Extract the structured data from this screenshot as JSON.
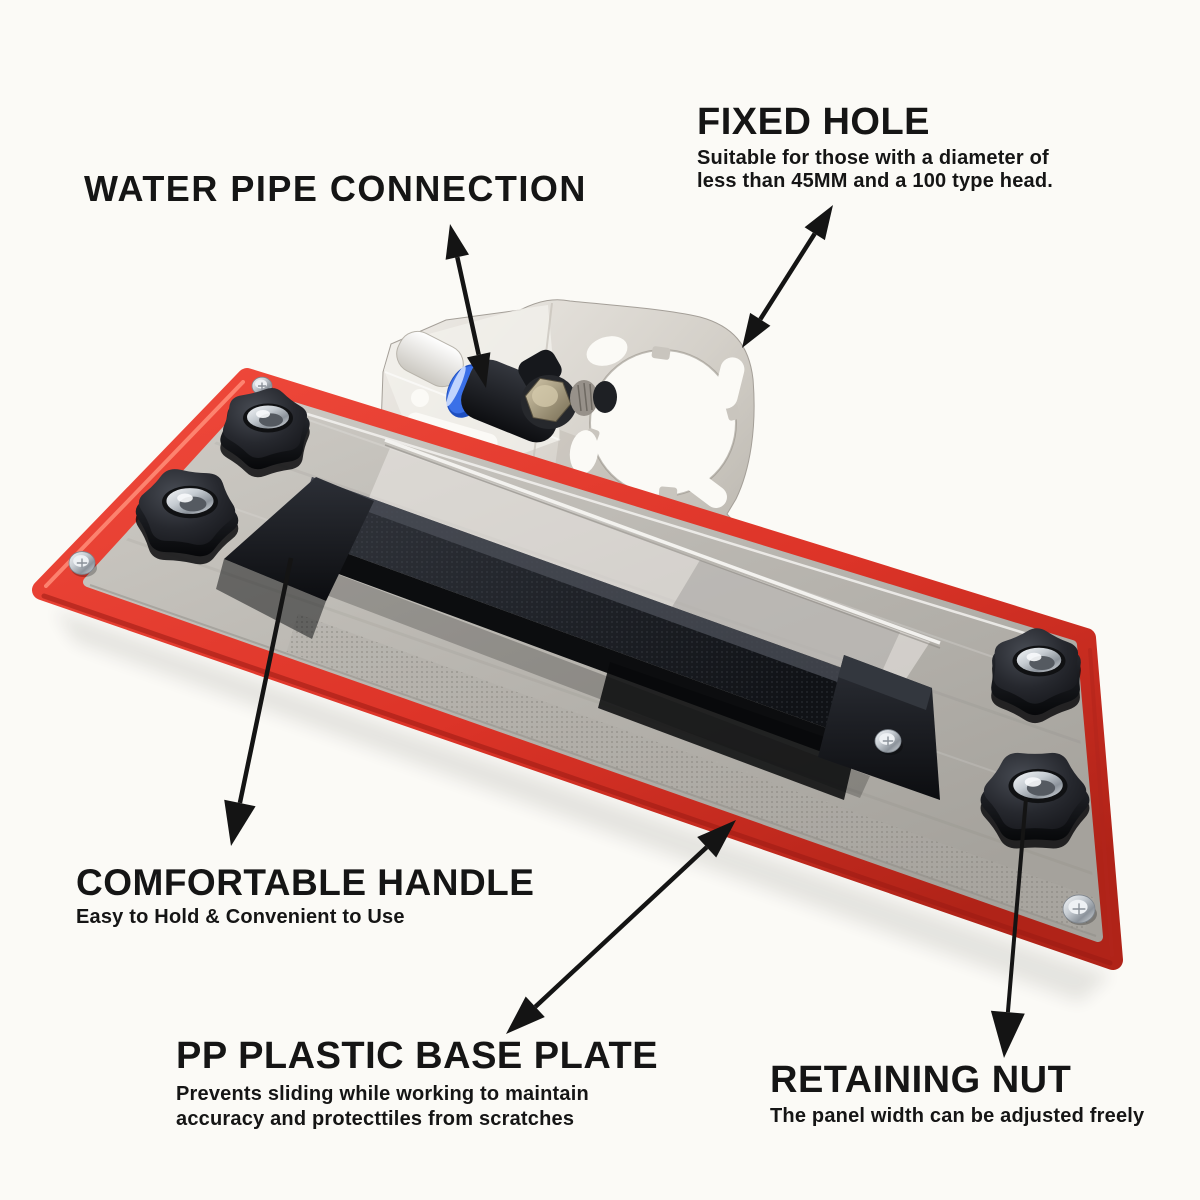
{
  "colors": {
    "background": "#fbfaf6",
    "label_text": "#151515",
    "arrow": "#141414",
    "base_plate_red": "#e2382c",
    "base_plate_red_dark": "#a81e16",
    "base_plate_red_highlight": "#ff8a76",
    "aluminum": "#bcb9b3",
    "bracket_metal": "#ddd9d2",
    "knob_black": "#1a1c20",
    "handle_black": "#202329",
    "fitting_blue": "#2d63d8",
    "bolt_brass": "#a99c7f",
    "chrome": "#d8dde2"
  },
  "labels": {
    "water_pipe": {
      "title": "WATER PIPE CONNECTION"
    },
    "fixed_hole": {
      "title": "FIXED HOLE",
      "line1": "Suitable for those with a diameter of",
      "line2": "less than 45MM and a 100 type head."
    },
    "comfortable_handle": {
      "title": "COMFORTABLE HANDLE",
      "subtitle": "Easy to Hold & Convenient to Use"
    },
    "base_plate": {
      "title": "PP PLASTIC BASE PLATE",
      "line1": "Prevents sliding while working to maintain",
      "line2": "accuracy and protecttiles from scratches"
    },
    "retaining_nut": {
      "title": "RETAINING NUT",
      "subtitle": "The panel width can be adjusted freely"
    }
  },
  "scene": {
    "parts": [
      "pp-plastic-base-plate",
      "aluminum-top-plate",
      "grinder-mount-bracket",
      "fixed-hole",
      "water-pipe-fitting",
      "comfortable-handle",
      "retaining-knob",
      "chrome-screw"
    ]
  }
}
